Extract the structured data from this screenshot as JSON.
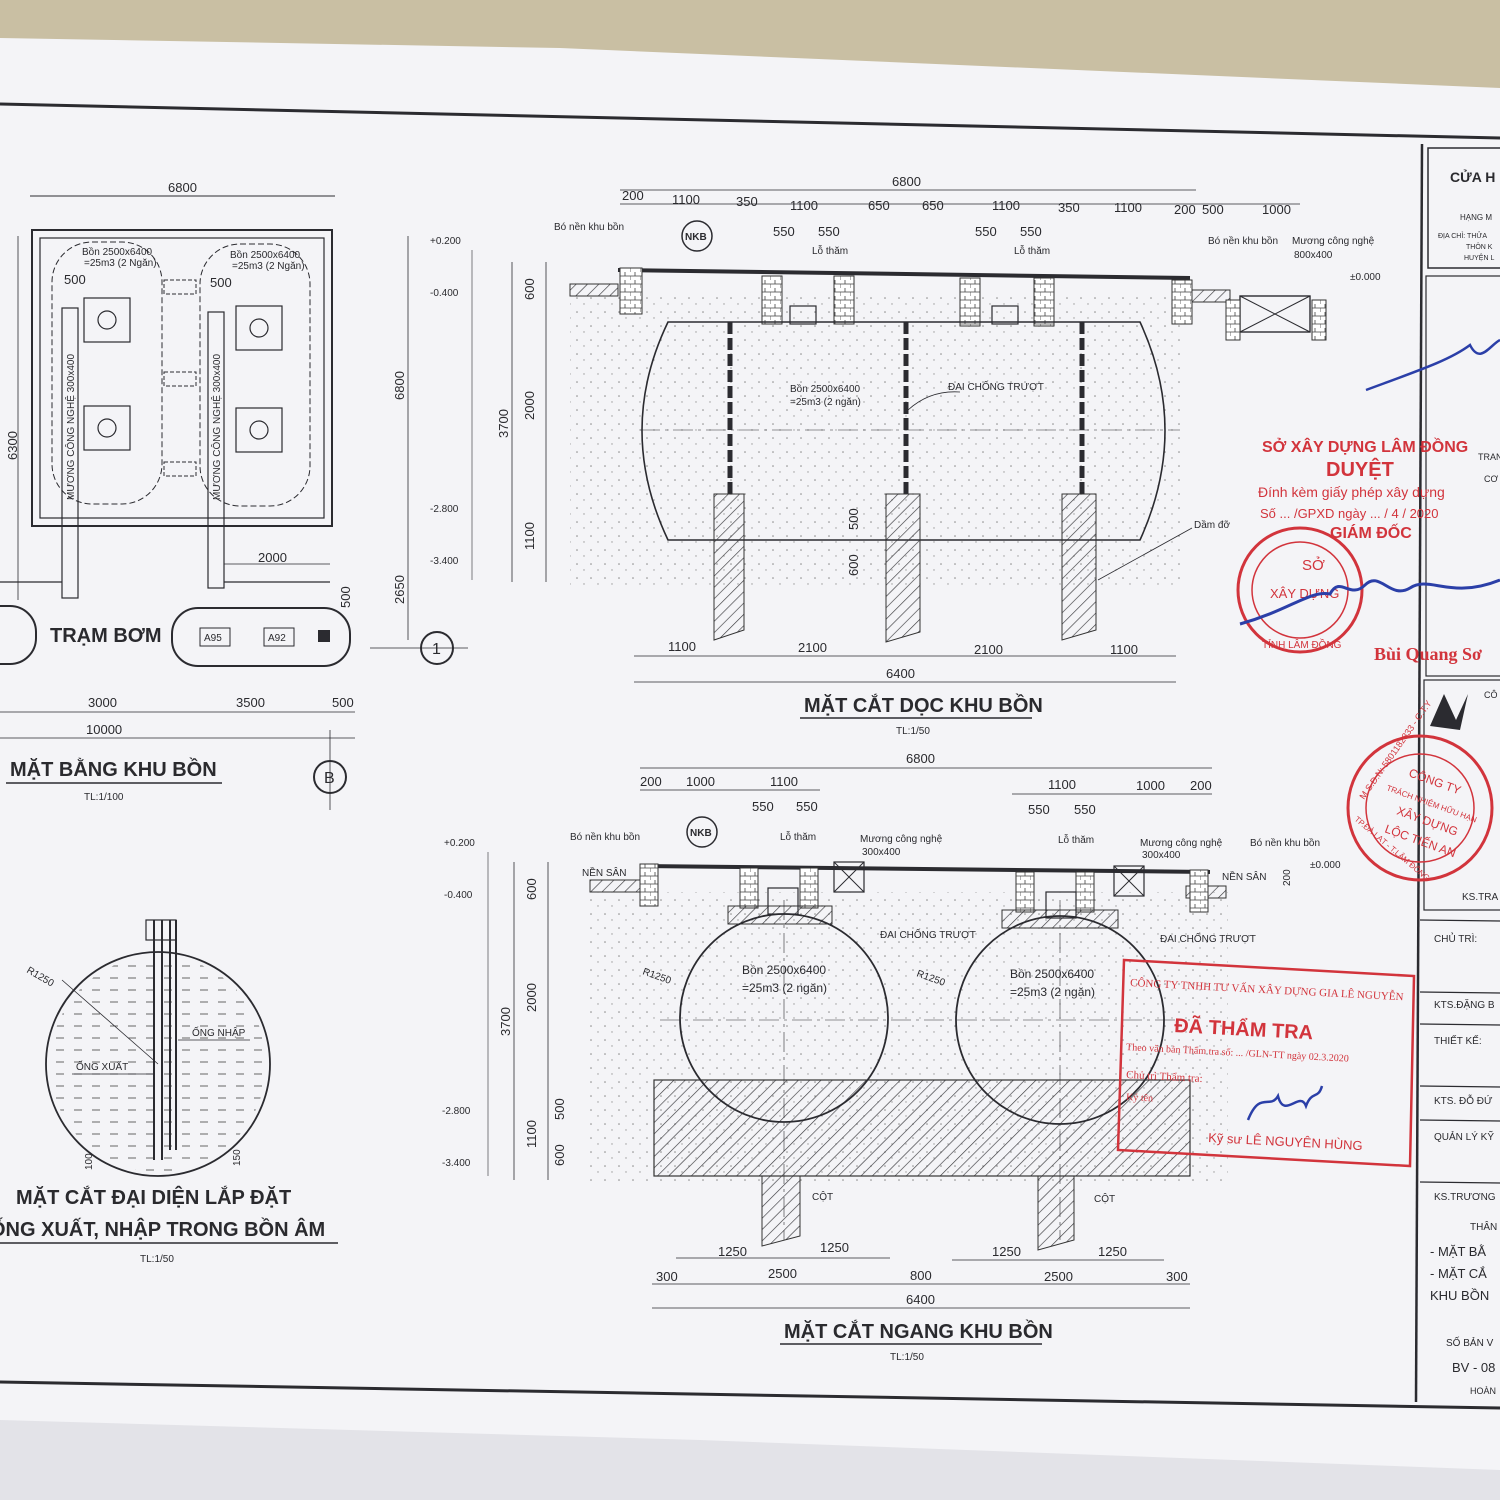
{
  "plan": {
    "dim_top": "6800",
    "tank1": "Bồn 2500x6400",
    "tank1_b": "=25m3 (2 Ngăn)",
    "tank2": "Bồn 2500x6400",
    "tank2_b": "=25m3 (2 Ngăn)",
    "d500a": "500",
    "d500b": "500",
    "ch1": "MƯƠNG CÔNG NGHỆ 300x400",
    "ch2": "MƯƠNG CÔNG NGHỆ 300x400",
    "dim_left": "6300",
    "dim_right": "6800",
    "d2000": "2000",
    "d2650": "2650",
    "d500c": "500",
    "pump_label": "TRẠM BƠM",
    "a95": "A95",
    "a92": "A92",
    "d3000": "3000",
    "d3500": "3500",
    "d500d": "500",
    "d10000": "10000",
    "title": "MẶT BẰNG KHU BỒN",
    "scale": "TL:1/100",
    "axis1": "1",
    "axisB": "B"
  },
  "long_section": {
    "dims_top": [
      "200",
      "1100",
      "350",
      "1100",
      "650",
      "650",
      "1100",
      "350",
      "1100",
      "200",
      "500",
      "1000"
    ],
    "dim_total": "6800",
    "d550": [
      "550",
      "550",
      "550",
      "550"
    ],
    "lo_tham": [
      "Lỗ thăm",
      "Lỗ thăm"
    ],
    "bo_nen": "Bó nền khu bồn",
    "bo_nen2": "Bó nền khu bồn",
    "nkb": "NKB",
    "muong": "Mương công nghệ",
    "muong_size": "800x400",
    "lv_000": "±0.000",
    "lv_p02": "+0.200",
    "lv_m04": "-0.400",
    "lv_m28": "-2.800",
    "lv_m34": "-3.400",
    "v600": "600",
    "v2000": "2000",
    "v3700": "3700",
    "v1100": "1100",
    "v500": "500",
    "v600b": "600",
    "tank": "Bồn 2500x6400",
    "tank_b": "=25m3 (2 ngăn)",
    "dai": "ĐAI CHỐNG TRƯỢT",
    "dam_do": "Dầm đỡ",
    "dims_bottom": [
      "1100",
      "2100",
      "2100",
      "1100"
    ],
    "dim_bottom_total": "6400",
    "title": "MẶT CẮT DỌC KHU BỒN",
    "scale": "TL:1/50"
  },
  "detail": {
    "r": "R1250",
    "ong_nhap": "ỐNG NHẬP",
    "ong_xuat": "ỐNG XUẤT",
    "d100": "100",
    "d150": "150",
    "title1": "MẶT CẮT ĐẠI DIỆN LẮP ĐẶT",
    "title2": "ỐNG XUẤT, NHẬP TRONG BỒN ÂM",
    "scale": "TL:1/50"
  },
  "cross_section": {
    "dim_total": "6800",
    "dims_top_left": [
      "200",
      "1000",
      "1100"
    ],
    "dims_top_right": [
      "1100",
      "1000",
      "200"
    ],
    "d550": [
      "550",
      "550",
      "550",
      "550"
    ],
    "lo_tham": [
      "Lỗ thăm",
      "Lỗ thăm"
    ],
    "nkb": "NKB",
    "bo_nen": "Bó nền khu bồn",
    "bo_nen2": "Bó nền khu bồn",
    "nen_san": "NỀN SÂN",
    "nen_san2": "NỀN SÂN",
    "muong1": "Mương công nghệ",
    "muong1_size": "300x400",
    "muong2": "Mương công nghệ",
    "muong2_size": "300x400",
    "lv_000": "±0.000",
    "d200": "200",
    "lv_p02": "+0.200",
    "lv_m04": "-0.400",
    "lv_m28": "-2.800",
    "lv_m34": "-3.400",
    "v600": "600",
    "v2000": "2000",
    "v3700": "3700",
    "v500": "500",
    "v1100": "1100",
    "v600b": "600",
    "dai1": "ĐAI CHỐNG TRƯỢT",
    "dai2": "ĐAI CHỐNG TRƯỢT",
    "r1": "R1250",
    "r2": "R1250",
    "tank1": "Bồn 2500x6400",
    "tank1_b": "=25m3 (2 ngăn)",
    "tank2": "Bồn 2500x6400",
    "tank2_b": "=25m3 (2 ngăn)",
    "cot1": "CỘT",
    "cot2": "CỘT",
    "dims_b1": [
      "1250",
      "1250",
      "1250",
      "1250"
    ],
    "dims_b2": [
      "300",
      "2500",
      "800",
      "2500",
      "300"
    ],
    "dim_bottom_total": "6400",
    "title": "MẶT CẮT NGANG KHU BỒN",
    "scale": "TL:1/50"
  },
  "title_block": {
    "project": "CỬA H",
    "hang_muc": "HẠNG M",
    "dia_chi": "ĐỊA CHỈ: THỬA",
    "thon": "THÔN K",
    "huyen": "HUYỆN L",
    "tran": "TRAN",
    "co": "CƠ C",
    "co_short": "CÔ",
    "ks_tra": "KS.TRA",
    "chu_tri": "CHỦ TRÌ:",
    "kts_dang": "KTS.ĐẶNG B",
    "thiet_ke": "THIẾT KẾ:",
    "kts_do": "KTS. ĐỖ ĐỨ",
    "quan_ly": "QUẢN LÝ KỸ",
    "ks_truong": "KS.TRƯƠNG",
    "than": "THÂN",
    "content1": "- MẶT BẰ",
    "content2": "- MẶT CẮ",
    "content3": "KHU BỒN",
    "so_ban_ve": "SỐ BẢN V",
    "bv": "BV - 08",
    "hoan": "HOÀN"
  },
  "stamp_duyet": {
    "line1": "SỞ XÂY DỰNG LÂM ĐỒNG",
    "line2": "DUYỆT",
    "line3": "Đính kèm giấy phép xây dựng",
    "line4": "Số ... /GPXD ngày ... / 4 / 2020",
    "line5": "GIÁM ĐỐC",
    "seal_center": "SỞ",
    "seal_center2": "XÂY DỰNG",
    "seal_ring": "TỈNH LÂM ĐỒNG",
    "signer": "Bùi Quang Sơ"
  },
  "stamp_company": {
    "ring": "M.S.D.N: 5801182833 - C.T.Y",
    "l1": "CÔNG TY",
    "l2": "TRÁCH NHIỆM HỮU HẠN",
    "l3": "XÂY DỰNG",
    "l4": "LỘC TIẾN AN",
    "l5": "TP.ĐÀ LẠT - T.LÂM ĐỒNG"
  },
  "stamp_check": {
    "company": "CÔNG TY TNHH TƯ VẤN XÂY DỰNG GIA LÊ NGUYỄN",
    "status": "ĐÃ THẨM TRA",
    "line1": "Theo văn bản Thẩm tra số: ... /GLN-TT ngày 02.3.2020",
    "line2": "Chủ trì Thẩm tra:",
    "line3": "Ký tên",
    "signer": "Kỹ sư LÊ NGUYÊN HÙNG"
  },
  "colors": {
    "ink": "#2b2b30",
    "stamp": "#d2343c",
    "sign": "#2b3fa8",
    "paper": "#f5f5f8"
  }
}
